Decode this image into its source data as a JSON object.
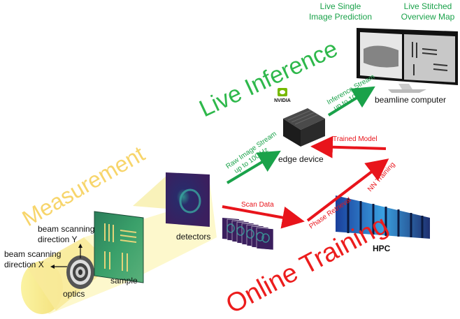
{
  "titles": {
    "live_inference": "Live Inference",
    "measurement": "Measurement",
    "online_training": "Online Training"
  },
  "labels": {
    "live_single": [
      "Live Single",
      "Image Prediction"
    ],
    "live_stitched": [
      "Live Stitched",
      "Overview Map"
    ],
    "beamline_computer": "beamline computer",
    "nvidia": "NVIDIA",
    "edge_device": "edge device",
    "detectors": "detectors",
    "sample": "sample",
    "optics": "optics",
    "hpc": "HPC",
    "beam_y": [
      "beam scanning",
      "direction Y"
    ],
    "beam_x": [
      "beam scanning",
      "direction X"
    ]
  },
  "arrows": {
    "inference_stream": [
      "Inference Stream",
      "up to 100 Hz"
    ],
    "raw_image_stream": [
      "Raw Image Stream",
      "up to 100 Hz"
    ],
    "trained_model": "Trained Model",
    "nn_training": "NN Training",
    "scan_data": "Scan Data",
    "phase_retrieval": "Phase Retrieval"
  },
  "colors": {
    "green": "#1aa24a",
    "red": "#e8141b",
    "yellow": "#f7d56b",
    "detector": "#3b1f5e"
  }
}
